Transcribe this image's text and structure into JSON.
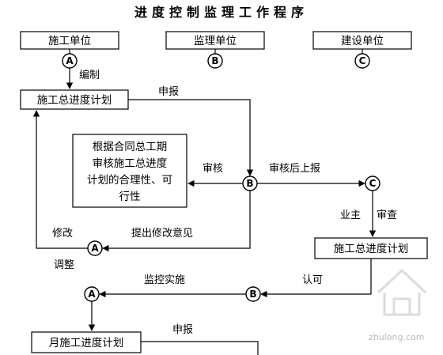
{
  "title": "进度控制监理工作程序",
  "parties": {
    "contractor": "施工单位",
    "supervisor": "监理单位",
    "owner": "建设单位"
  },
  "circles": {
    "a": "A",
    "b": "B",
    "c": "C"
  },
  "boxes": {
    "master_schedule_top": "施工总进度计划",
    "review_line1": "根据合同总工期",
    "review_line2": "审核施工总进度",
    "review_line3": "计划的合理性、可",
    "review_line4": "行性",
    "master_schedule_right": "施工总进度计划",
    "monthly_schedule": "月施工进度计划"
  },
  "labels": {
    "compile": "编制",
    "submit_1": "申报",
    "review": "审核",
    "after_review_submit": "审核后上报",
    "owner": "业主",
    "examine": "审查",
    "modify": "修改",
    "suggest_changes": "提出修改意见",
    "adjust": "调整",
    "monitor": "监控实施",
    "approve": "认可",
    "submit_2": "申报"
  },
  "watermark": "zhulong.com"
}
